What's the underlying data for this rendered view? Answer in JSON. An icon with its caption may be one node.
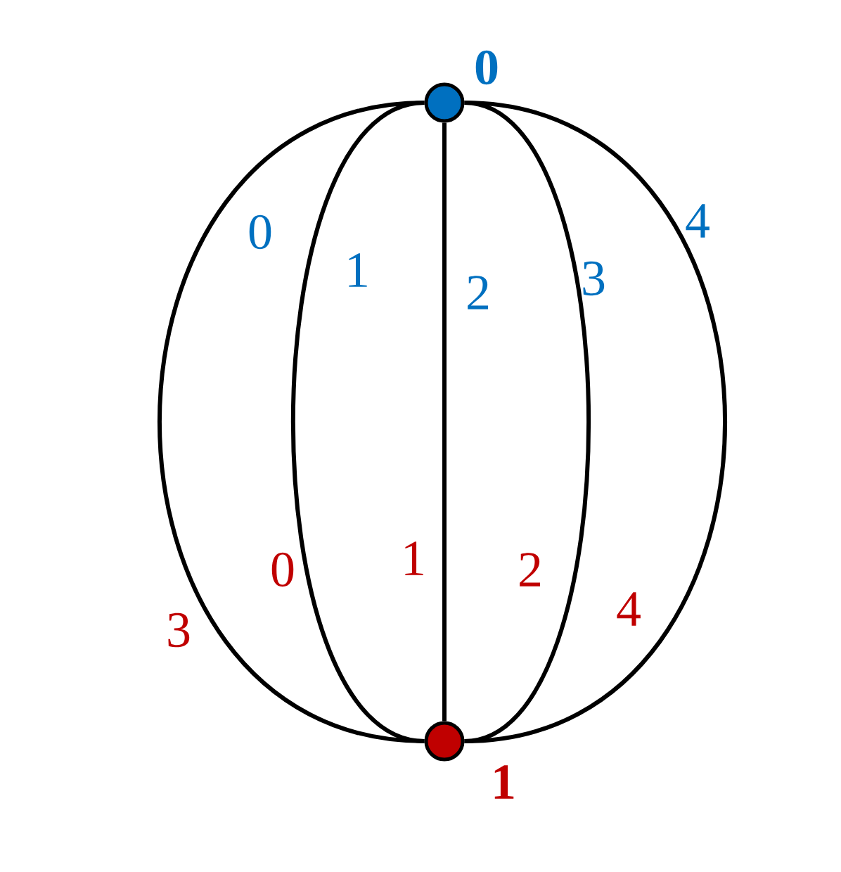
{
  "diagram": {
    "nodes": [
      {
        "text": [],
        "shape": "circle",
        "beside": [
          "0"
        ]
      },
      {
        "text": [],
        "shape": "circle",
        "beside": [
          "1"
        ]
      }
    ],
    "edges": [
      {
        "from": 0,
        "to": 1,
        "arrow": "none",
        "label": "0"
      },
      {
        "from": 0,
        "to": 1,
        "arrow": "none",
        "label": "1"
      },
      {
        "from": 0,
        "to": 1,
        "arrow": "none",
        "label": "2"
      },
      {
        "from": 0,
        "to": 1,
        "arrow": "none",
        "label": "3"
      },
      {
        "from": 0,
        "to": 1,
        "arrow": "none",
        "label": "4"
      }
    ],
    "labels": [
      "3",
      "0",
      "1",
      "2",
      "4"
    ]
  }
}
